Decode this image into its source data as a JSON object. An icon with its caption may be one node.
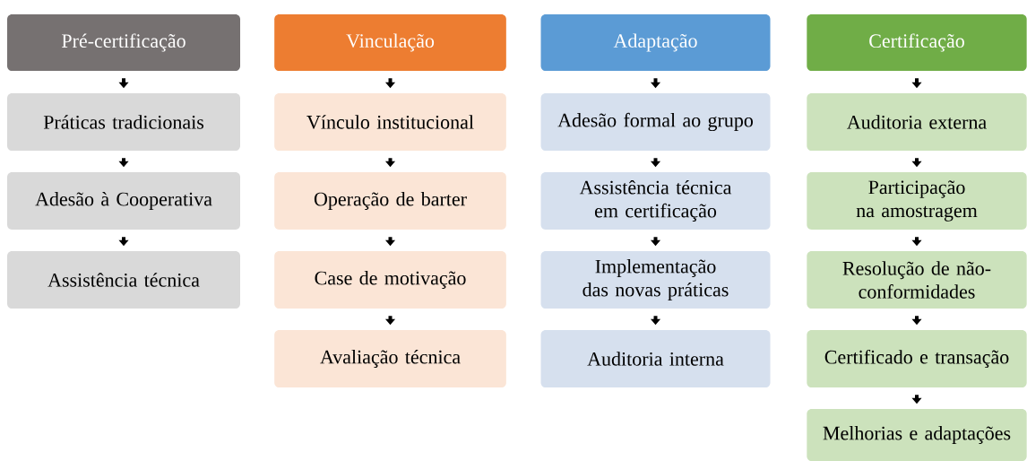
{
  "diagram": {
    "nodes": [
      {
        "text": [
          "Pré-certificação"
        ]
      },
      {
        "text": [
          "Práticas tradicionais"
        ]
      },
      {
        "text": [
          "Adesão à Cooperativa"
        ]
      },
      {
        "text": [
          "Assistência técnica"
        ]
      },
      {
        "text": [
          "Vinculação"
        ]
      },
      {
        "text": [
          "Vínculo institucional"
        ]
      },
      {
        "text": [
          "Operação de barter"
        ]
      },
      {
        "text": [
          "Case de motivação"
        ]
      },
      {
        "text": [
          "Avaliação técnica"
        ]
      },
      {
        "text": [
          "Adaptação"
        ]
      },
      {
        "text": [
          "Adesão formal ao grupo"
        ]
      },
      {
        "text": [
          "Assistência técnica em certificação"
        ]
      },
      {
        "text": [
          "Implementação das novas práticas"
        ]
      },
      {
        "text": [
          "Auditoria interna"
        ]
      },
      {
        "text": [
          "Certificação"
        ]
      },
      {
        "text": [
          "Auditoria externa"
        ]
      },
      {
        "text": [
          "Participação na amostragem"
        ]
      },
      {
        "text": [
          "Resolução de não-conformidades"
        ]
      },
      {
        "text": [
          "Certificado e transação"
        ]
      },
      {
        "text": [
          "Melhorias e adaptações"
        ]
      }
    ],
    "edges": [
      {
        "from": 0,
        "to": 1,
        "arrow": "to"
      },
      {
        "from": 1,
        "to": 2,
        "arrow": "to"
      },
      {
        "from": 2,
        "to": 3,
        "arrow": "to"
      },
      {
        "from": 4,
        "to": 5,
        "arrow": "to"
      },
      {
        "from": 5,
        "to": 6,
        "arrow": "to"
      },
      {
        "from": 6,
        "to": 7,
        "arrow": "to"
      },
      {
        "from": 7,
        "to": 8,
        "arrow": "to"
      },
      {
        "from": 9,
        "to": 10,
        "arrow": "to"
      },
      {
        "from": 10,
        "to": 11,
        "arrow": "to"
      },
      {
        "from": 11,
        "to": 12,
        "arrow": "to"
      },
      {
        "from": 12,
        "to": 13,
        "arrow": "to"
      },
      {
        "from": 14,
        "to": 15,
        "arrow": "to"
      },
      {
        "from": 15,
        "to": 16,
        "arrow": "to"
      },
      {
        "from": 16,
        "to": 17,
        "arrow": "to"
      },
      {
        "from": 17,
        "to": 18,
        "arrow": "to"
      },
      {
        "from": 18,
        "to": 19,
        "arrow": "to"
      }
    ]
  }
}
